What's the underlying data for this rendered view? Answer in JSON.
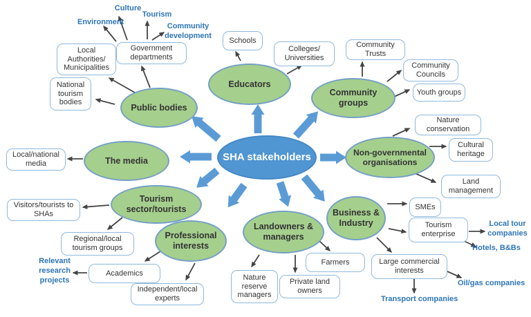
{
  "diagram": {
    "type": "stakeholder-map",
    "center": {
      "label": "SHA stakeholders"
    },
    "groups": {
      "public_bodies": "Public bodies",
      "educators": "Educators",
      "community_groups": "Community groups",
      "the_media": "The media",
      "ngo": "Non-governmental organisations",
      "tourism_sector": "Tourism sector/tourists",
      "professional": "Professional interests",
      "landowners": "Landowners & managers",
      "business": "Business & Industry"
    },
    "boxes": {
      "schools": "Schools",
      "colleges": "Colleges/ Universities",
      "community_trusts": "Community Trusts",
      "community_councils": "Community Councils",
      "youth_groups": "Youth groups",
      "local_authorities": "Local Authorities/ Municipalities",
      "government_departments": "Government departments",
      "national_tourism": "National tourism bodies",
      "nature_conservation": "Nature conservation",
      "cultural_heritage": "Cultural heritage",
      "land_management": "Land management",
      "local_national_media": "Local/national media",
      "visitors": "Visitors/tourists to SHAs",
      "regional_local": "Regional/local tourism groups",
      "academics": "Academics",
      "independent": "Independent/local experts",
      "nature_reserve": "Nature reserve managers",
      "private_land": "Private land owners",
      "farmers": "Farmers",
      "smes": "SMEs",
      "tourism_enterprise": "Tourism enterprise",
      "large_commercial": "Large commercial interests"
    },
    "plain_labels": {
      "culture": "Culture",
      "tourism": "Tourism",
      "environment": "Environment",
      "community_development": "Community development",
      "relevant_research": "Relevant research projects",
      "local_tour": "Local tour companies",
      "hotels": "Hotels, B&Bs",
      "oil_gas": "Oil/gas companies",
      "transport": "Transport companies"
    },
    "colors": {
      "group_fill": "#a5cf8d",
      "group_border": "#74a0c4",
      "center_fill": "#4f96d2",
      "center_text": "#ffffff",
      "box_border": "#8fb8dc",
      "fat_arrow": "#5b9bd5",
      "thin_arrow": "#444444",
      "blue_text": "#2e75b6"
    }
  }
}
